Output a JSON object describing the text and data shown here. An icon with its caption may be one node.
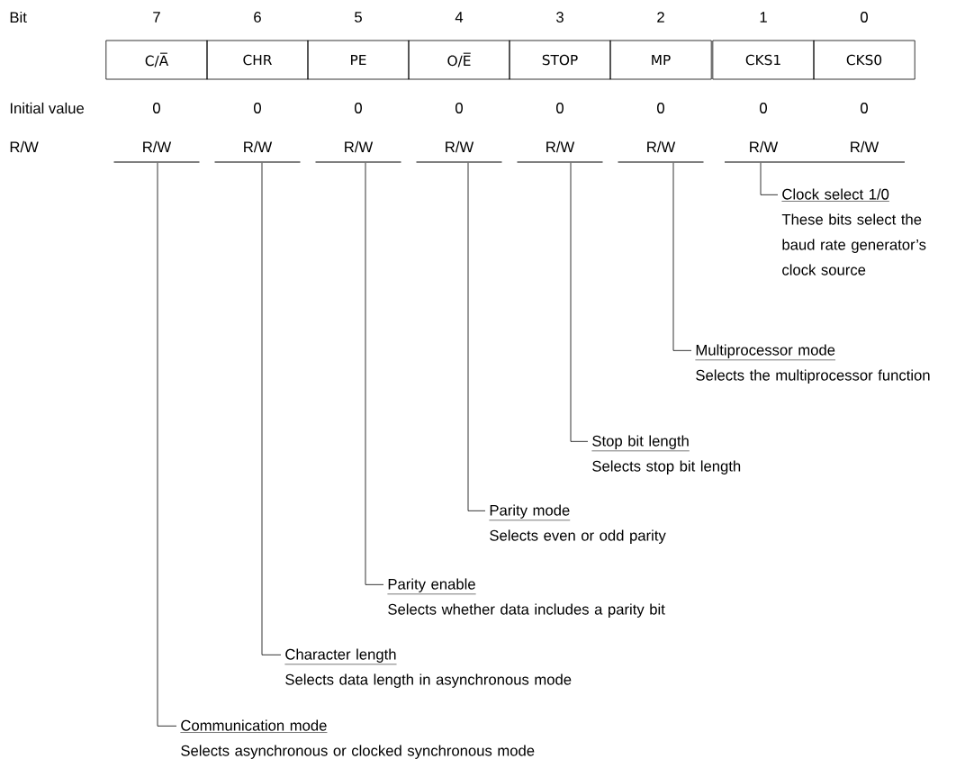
{
  "diagram": {
    "nodes": [
      {
        "text": [
          "C/A̅"
        ]
      },
      {
        "text": [
          "CHR"
        ]
      },
      {
        "text": [
          "PE"
        ]
      },
      {
        "text": [
          "O/E̅"
        ]
      },
      {
        "text": [
          "STOP"
        ]
      },
      {
        "text": [
          "MP"
        ]
      },
      {
        "text": [
          "CKS1"
        ]
      },
      {
        "text": [
          "CKS0"
        ]
      },
      {
        "text": [],
        "shape": "bar"
      },
      {
        "text": [],
        "shape": "bar"
      },
      {
        "text": [],
        "shape": "bar"
      },
      {
        "text": [],
        "shape": "bar"
      },
      {
        "text": [],
        "shape": "bar"
      },
      {
        "text": [],
        "shape": "bar"
      },
      {
        "text": [],
        "shape": "bar"
      },
      {
        "text": [
          "Clock select 1/0",
          "These bits select the baud rate generator’s clock source"
        ]
      },
      {
        "text": [
          "Multiprocessor mode",
          "Selects the multiprocessor function"
        ]
      },
      {
        "text": [
          "Stop bit length",
          "Selects stop bit length"
        ]
      },
      {
        "text": [
          "Parity mode",
          "Selects even or odd parity"
        ]
      },
      {
        "text": [
          "Parity enable",
          "Selects whether data includes a parity bit"
        ]
      },
      {
        "text": [
          "Character length",
          "Selects data length in asynchronous mode"
        ]
      },
      {
        "text": [
          "Communication mode",
          "Selects asynchronous or clocked synchronous mode"
        ]
      }
    ],
    "edges": [
      {
        "from": 14,
        "to": 15,
        "arrow": "none"
      },
      {
        "from": 13,
        "to": 16,
        "arrow": "none"
      },
      {
        "from": 12,
        "to": 17,
        "arrow": "none"
      },
      {
        "from": 11,
        "to": 18,
        "arrow": "none"
      },
      {
        "from": 10,
        "to": 19,
        "arrow": "none"
      },
      {
        "from": 9,
        "to": 20,
        "arrow": "none"
      },
      {
        "from": 8,
        "to": 21,
        "arrow": "none"
      }
    ],
    "labels": [
      "Bit",
      "7",
      "6",
      "5",
      "4",
      "3",
      "2",
      "1",
      "0",
      "Initial value",
      "0",
      "0",
      "0",
      "0",
      "0",
      "0",
      "0",
      "0",
      "R/W",
      "R/W",
      "R/W",
      "R/W",
      "R/W",
      "R/W",
      "R/W",
      "R/W",
      "R/W"
    ]
  }
}
